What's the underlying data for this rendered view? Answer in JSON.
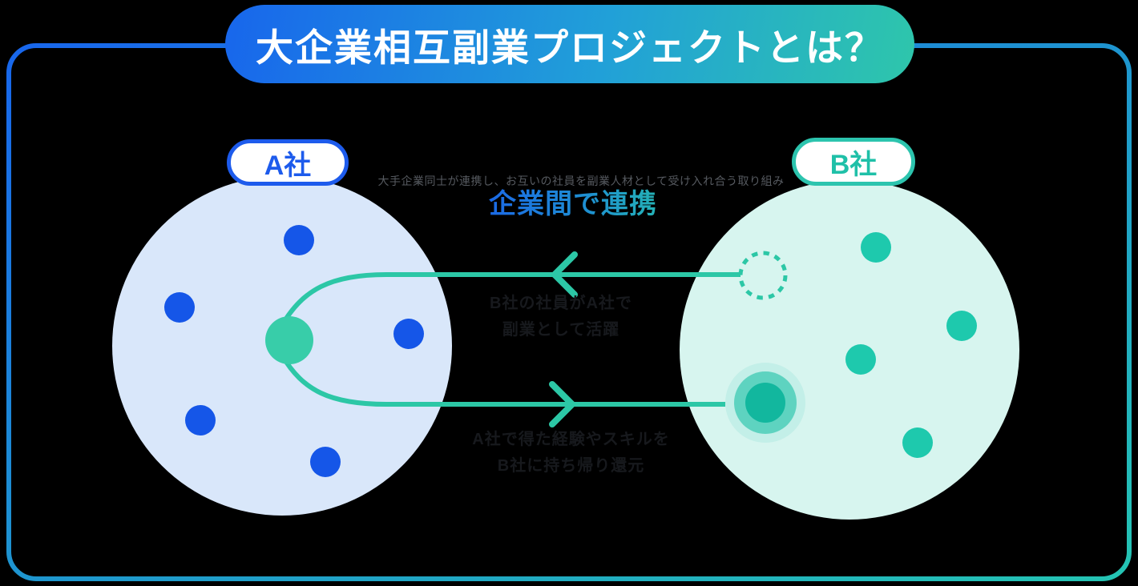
{
  "title": {
    "text": "大企業相互副業プロジェクトとは？"
  },
  "companies": {
    "a": {
      "label": "A社",
      "accent_color": "#1d5bec"
    },
    "b": {
      "label": "B社",
      "accent_color": "#2cc4ae"
    }
  },
  "connection": {
    "caption": "大手企業同士が連携し、お互いの社員を副業人材として受け入れ合う取り組み",
    "headline": "企業間で連携"
  },
  "flows": {
    "incoming": {
      "line1": "B社の社員がA社で",
      "line2": "副業として活躍"
    },
    "outgoing": {
      "line1": "A社で得た経験やスキルを",
      "line2": "B社に持ち帰り還元"
    }
  },
  "colors": {
    "background": "#000000",
    "gradient_blue": "#1866ec",
    "gradient_teal": "#2ec6ab",
    "circle_a_fill": "#d9e7fa",
    "circle_b_fill": "#d7f5ef",
    "dot_blue": "#1556e8",
    "dot_teal": "#1ec9ad",
    "sidejob_member_dot": "#38cda9",
    "arrow_teal": "#2cc7a6",
    "highlight_core": "#12b79e",
    "highlight_glow_mid": "#5ed3c0",
    "highlight_glow_outer": "#c3efe8",
    "title_text": "#ffffff"
  }
}
